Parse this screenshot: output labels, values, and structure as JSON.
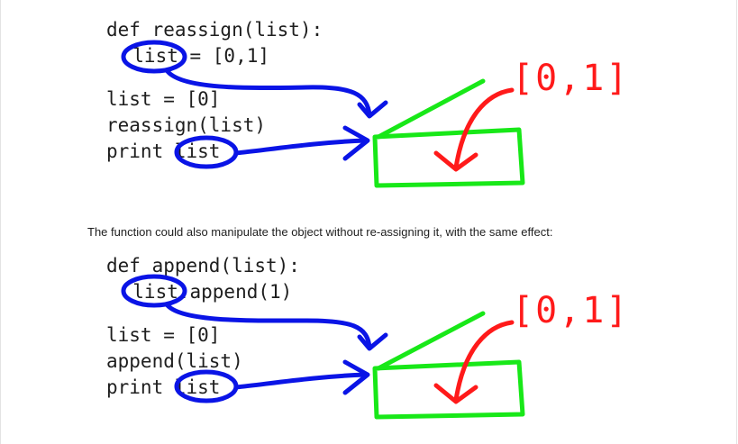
{
  "figures": [
    {
      "code_lines": [
        "def reassign(list):",
        "  list = [0,1]",
        "",
        "list = [0]",
        "reassign(list)",
        "print list"
      ],
      "annotation": "[0,1]"
    },
    {
      "code_lines": [
        "def append(list):",
        "  list.append(1)",
        "",
        "list = [0]",
        "append(list)",
        "print list"
      ],
      "annotation": "[0,1]"
    }
  ],
  "caption": "The function could also manipulate the object without re-assigning it, with the same effect:",
  "colors": {
    "code_text": "#1e1e1e",
    "blue_ink": "#0a14e6",
    "green_ink": "#18e818",
    "red_ink": "#ff1a1a",
    "frame": "#e3e3e3"
  }
}
